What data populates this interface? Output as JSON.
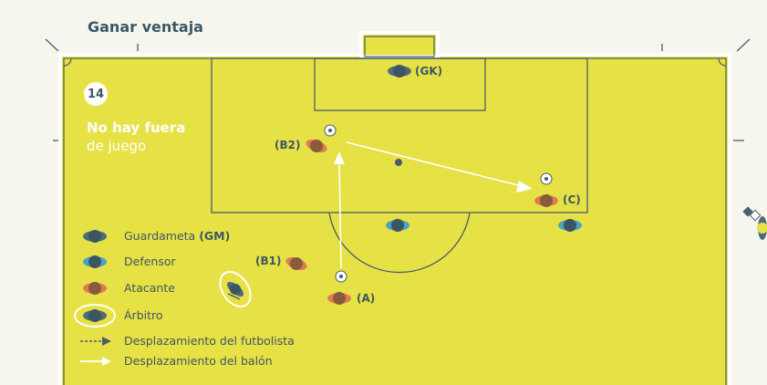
{
  "header": {
    "title": "Ganar ventaja"
  },
  "rule": {
    "number": "14",
    "title": "No hay fuera",
    "subtitle": "de juego"
  },
  "players": {
    "goalkeeper_label": "(GK)",
    "attacker_b2_label": "(B2)",
    "attacker_c_label": "(C)",
    "attacker_b1_label": "(B1)",
    "attacker_a_label": "(A)"
  },
  "legend": {
    "goalkeeper": "Guardameta",
    "goalkeeper_abbr": "(GM)",
    "defender": "Defensor",
    "attacker": "Atacante",
    "referee": "Árbitro",
    "player_movement": "Desplazamiento del futbolista",
    "ball_movement": "Desplazamiento del balón"
  },
  "colors": {
    "background": "#f6f6ee",
    "pitch": "#e6e144",
    "lines": "#4a5e6b",
    "goalkeeper": "#4f6b7a",
    "defender": "#4aa3c4",
    "attacker_body": "#8a5a3c",
    "attacker_shirt": "#e07a54",
    "text": "#3e5766",
    "highlight": "#ffffff"
  }
}
